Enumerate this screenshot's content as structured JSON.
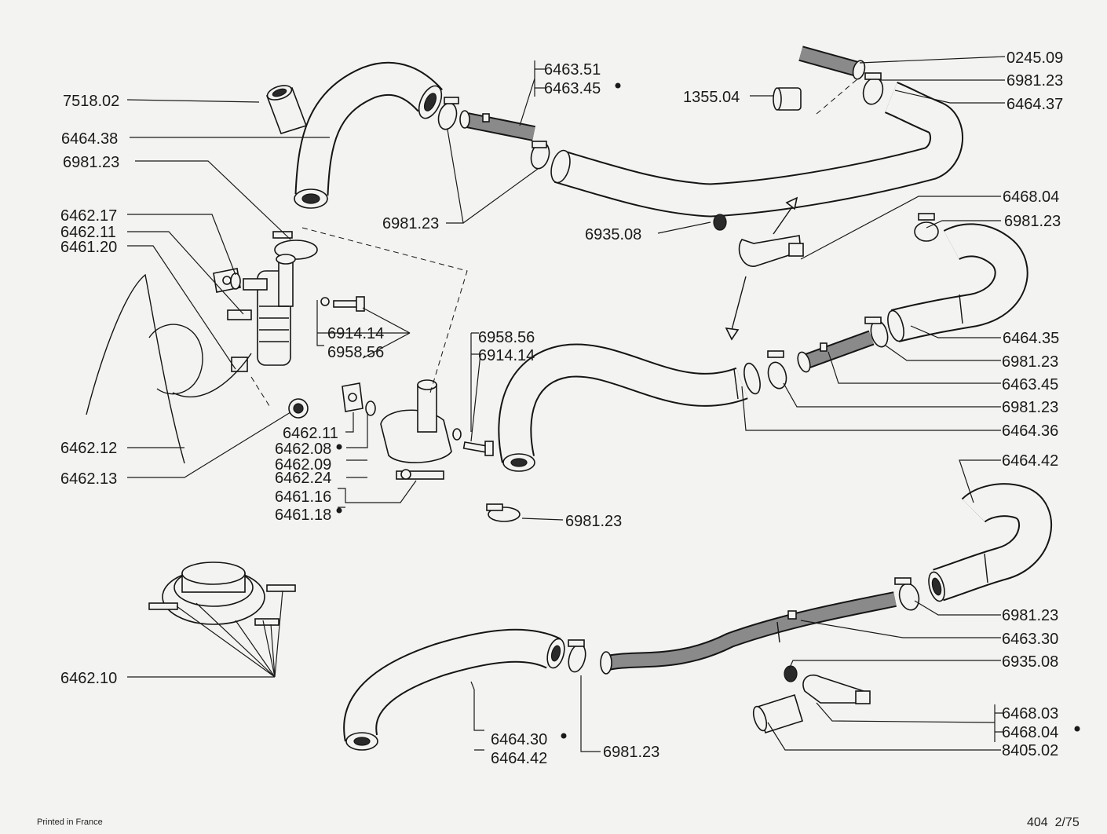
{
  "part_labels": {
    "l_751802": "7518.02",
    "l_646438": "6464.38",
    "l_698123_a": "6981.23",
    "l_646217": "6462.17",
    "l_646211_a": "6462.11",
    "l_646120": "6461.20",
    "l_646212": "6462.12",
    "l_646213": "6462.13",
    "l_646351": "6463.51",
    "l_646345_a": "6463.45",
    "l_698123_b": "6981.23",
    "l_691414_a": "6914.14",
    "l_695856_a": "6958.56",
    "l_695856_b": "6958.56",
    "l_691414_b": "6914.14",
    "l_646211_b": "6462.11",
    "l_646208": "6462.08",
    "l_646209": "6462.09",
    "l_646224": "6462.24",
    "l_646116": "6461.16",
    "l_646118": "6461.18",
    "l_024509": "0245.09",
    "l_135504": "1355.04",
    "l_698123_c": "6981.23",
    "l_646437": "6464.37",
    "l_693508_a": "6935.08",
    "l_646804_a": "6468.04",
    "l_698123_d": "6981.23",
    "l_646435": "6464.35",
    "l_698123_e": "6981.23",
    "l_646345_b": "6463.45",
    "l_698123_f": "6981.23",
    "l_646436": "6464.36",
    "l_646442_a": "6464.42",
    "l_698123_g": "6981.23",
    "l_698123_h": "6981.23",
    "l_646330": "6463.30",
    "l_693508_b": "6935.08",
    "l_646803": "6468.03",
    "l_646804_b": "6468.04",
    "l_840502": "8405.02",
    "l_646210": "6462.10",
    "l_646430": "6464.30",
    "l_646442_b": "6464.42",
    "l_698123_i": "6981.23"
  },
  "footer": {
    "printed": "Printed in France",
    "page_ref": "404  2/75"
  }
}
